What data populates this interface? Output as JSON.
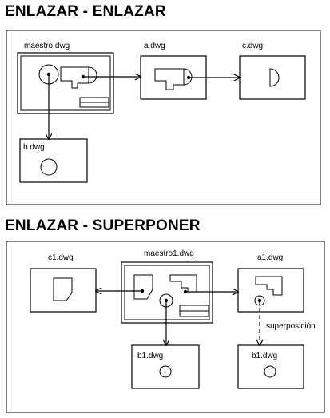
{
  "section1": {
    "title": "ENLAZAR - ENLAZAR",
    "nodes": {
      "maestro": "maestro.dwg",
      "a": "a.dwg",
      "c": "c.dwg",
      "b": "b.dwg"
    }
  },
  "section2": {
    "title": "ENLAZAR - SUPERPONER",
    "nodes": {
      "maestro1": "maestro1.dwg",
      "c1": "c1.dwg",
      "a1": "a1.dwg",
      "b1_left": "b1.dwg",
      "b1_right": "b1.dwg"
    },
    "overlay_label": "superposición"
  },
  "colors": {
    "line": "#000000",
    "background": "#ffffff"
  }
}
